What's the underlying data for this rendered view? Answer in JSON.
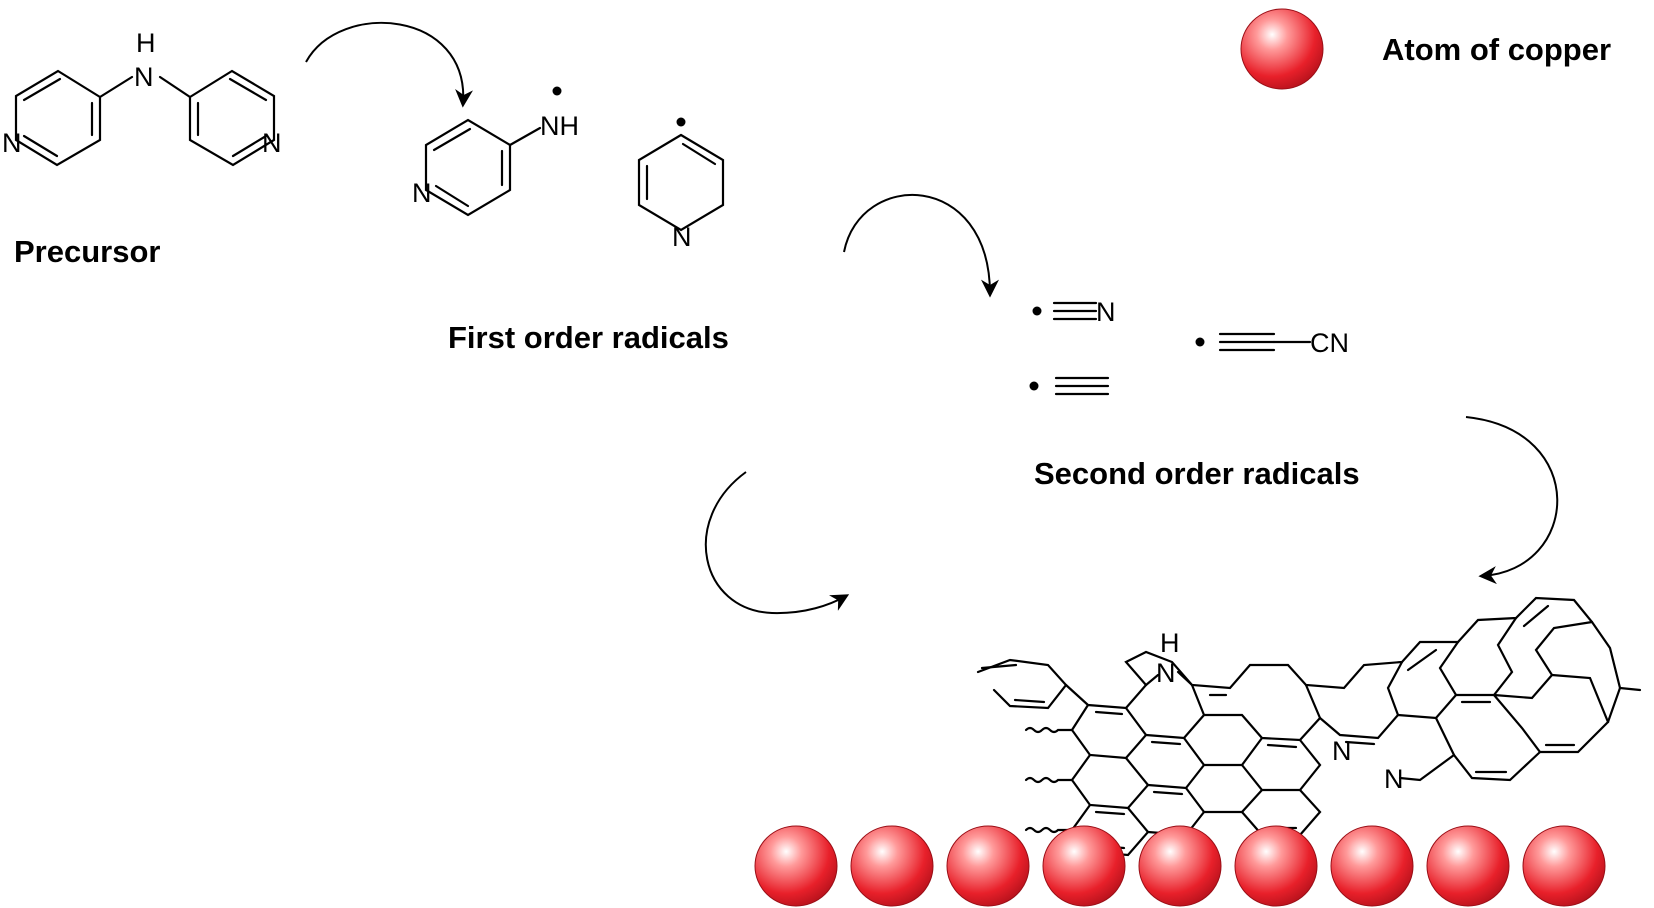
{
  "labels": {
    "precursor": "Precursor",
    "first_order": "First order radicals",
    "second_order": "Second order radicals",
    "legend": "Atom of copper"
  },
  "atoms": {
    "H": "H",
    "N": "N",
    "NH": "NH",
    "CN": "CN"
  },
  "colors": {
    "copper": "#e8202a",
    "copper_highlight": "#ffffff",
    "ink": "#000000"
  },
  "copper_atom_count": 9
}
